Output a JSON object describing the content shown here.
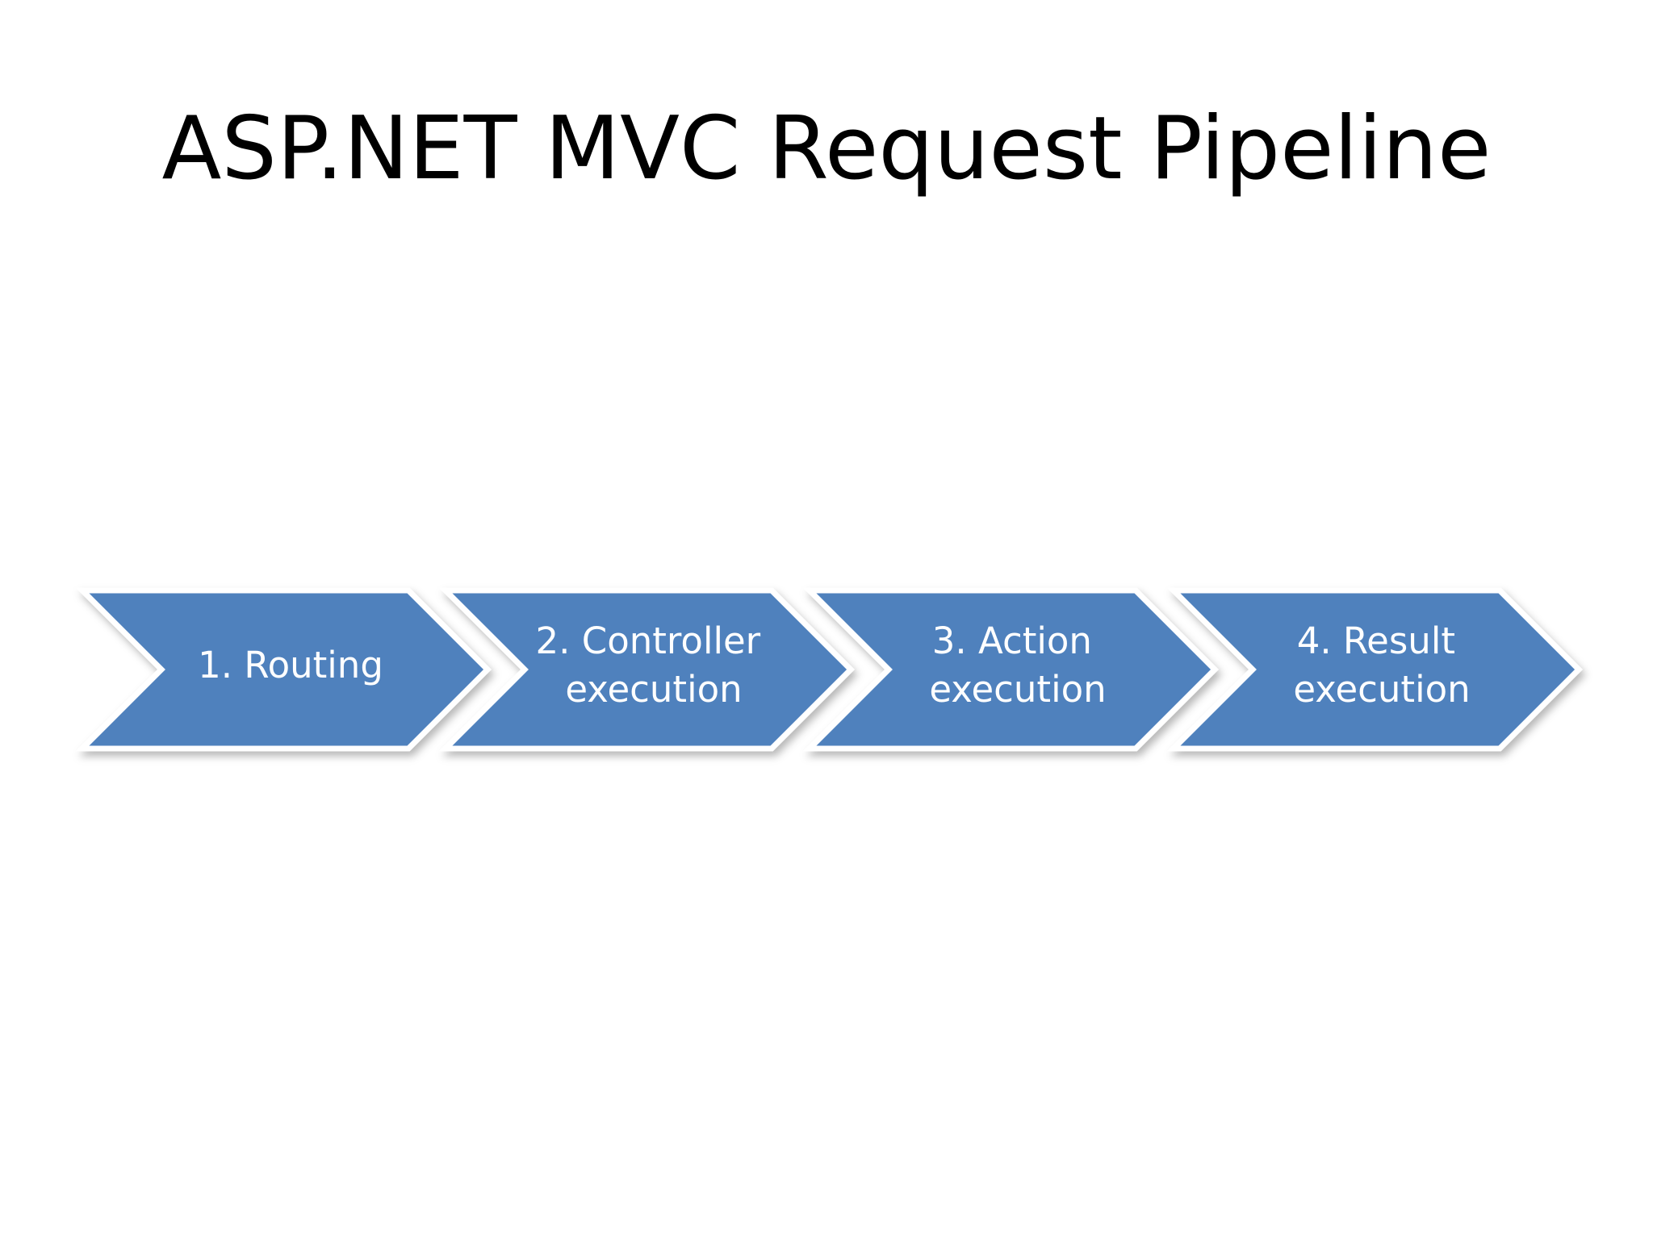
{
  "slide": {
    "title": "ASP.NET MVC Request Pipeline"
  },
  "pipeline": {
    "steps": [
      {
        "lines": [
          "1. Routing"
        ]
      },
      {
        "lines": [
          "2. Controller",
          "execution"
        ]
      },
      {
        "lines": [
          "3. Action",
          "execution"
        ]
      },
      {
        "lines": [
          "4. Result",
          "execution"
        ]
      }
    ]
  },
  "colors": {
    "chevron_fill": "#4f81bd",
    "chevron_border": "#ffffff",
    "label_text": "#ffffff",
    "title_text": "#000000"
  }
}
